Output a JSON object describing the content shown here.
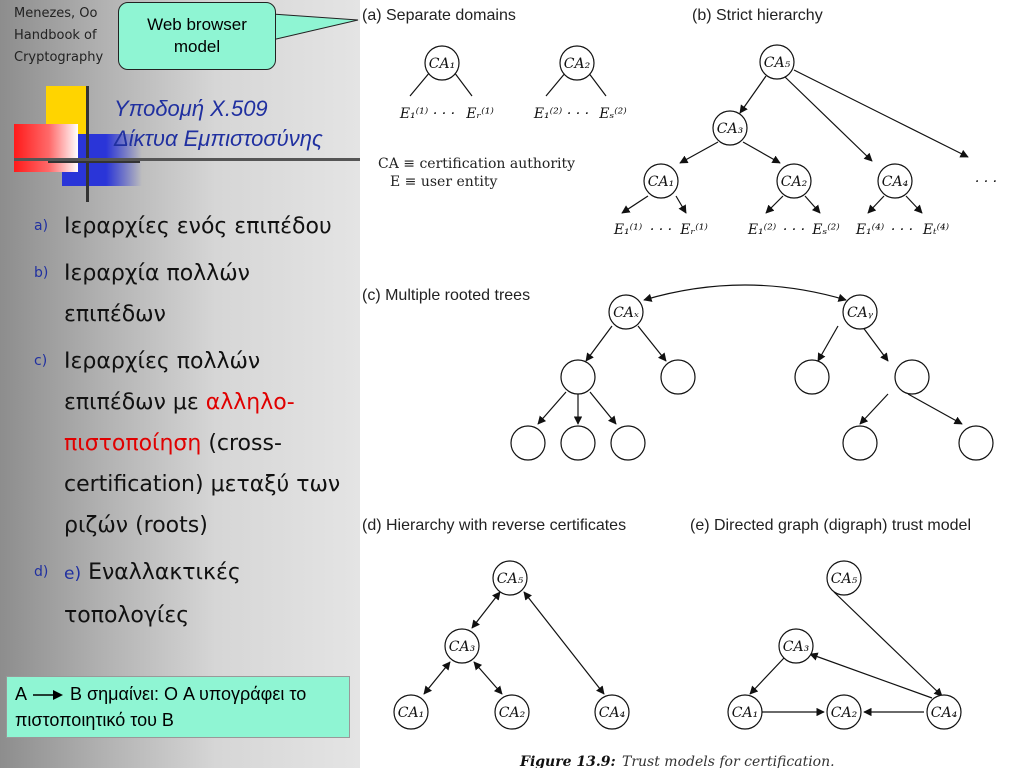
{
  "top_ref": {
    "line1": "Menezes, Oo",
    "line2": "Handbook of",
    "line3": "Cryptography"
  },
  "callout": {
    "line1": "Web browser",
    "line2": "model"
  },
  "title": {
    "line1": "Υποδομή X.509",
    "line2": "Δίκτυα Εμπιστοσύνης"
  },
  "bullets": [
    {
      "marker": "a)",
      "text": "Ιεραρχίες ενός επιπέδου"
    },
    {
      "marker": "b)",
      "text": "Ιεραρχία πολλών επιπέδων"
    },
    {
      "marker": "c)",
      "text_before": "Ιεραρχίες πολλών επιπέδων με ",
      "highlight": "αλληλο-πιστοποίηση",
      "text_after": " (cross-certification) μεταξύ των ριζών (roots)"
    },
    {
      "marker": "d)",
      "sub_marker": "e)",
      "text": "Εναλλακτικές τοπολογίες"
    }
  ],
  "note": {
    "a": "A",
    "rest": "B σημαίνει: Ο A υπογράφει το πιστοποιητικό του B"
  },
  "diagram": {
    "a_title": "(a) Separate domains",
    "b_title": "(b) Strict hierarchy",
    "c_title": "(c) Multiple rooted trees",
    "d_title": "(d) Hierarchy with reverse certificates",
    "e_title": "(e) Directed graph (digraph) trust model",
    "legend1": "CA ≡ certification authority",
    "legend2": "E ≡ user entity",
    "caption_bold": "Figure 13.9:",
    "caption_rest": "Trust models for certification.",
    "ellipsis": "· · ·",
    "nodes": {
      "ca1": "CA₁",
      "ca2": "CA₂",
      "ca3": "CA₃",
      "ca4": "CA₄",
      "ca5": "CA₅",
      "cax": "CAₓ",
      "cay": "CAᵧ"
    },
    "entities": {
      "e1_1": "E₁⁽¹⁾",
      "er_1": "Eᵣ⁽¹⁾",
      "e1_2": "E₁⁽²⁾",
      "es_2": "Eₛ⁽²⁾",
      "e1_4": "E₁⁽⁴⁾",
      "et_4": "Eₜ⁽⁴⁾"
    }
  }
}
